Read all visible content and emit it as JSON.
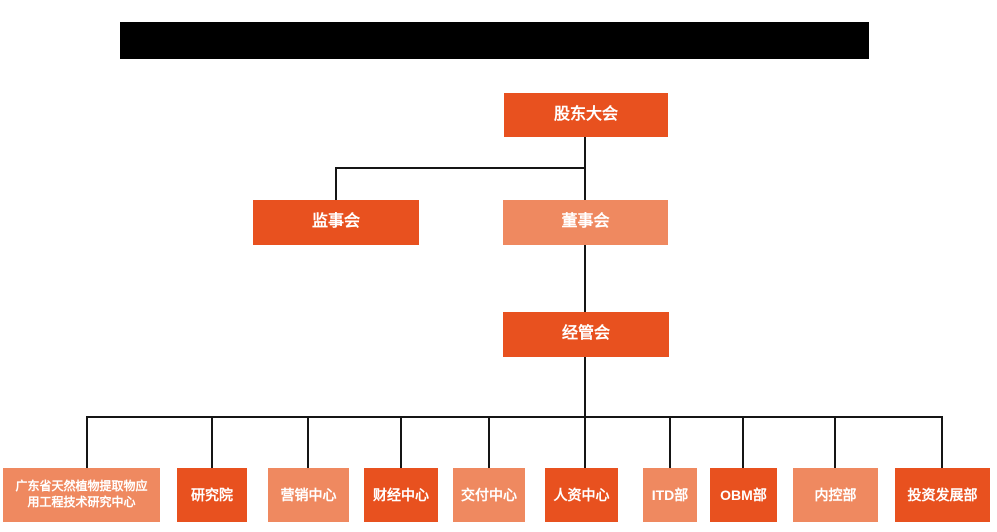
{
  "colors": {
    "primary_orange": "#E8511F",
    "light_orange": "#EF8960",
    "connector_black": "#151515",
    "redacted_bar": "#000000",
    "page_bg": "#FFFFFF"
  },
  "org_chart": {
    "root": {
      "label": "股东大会",
      "variant": "primary"
    },
    "level_2": [
      {
        "label": "监事会",
        "variant": "primary"
      },
      {
        "label": "董事会",
        "variant": "light"
      }
    ],
    "level_3": [
      {
        "label": "经管会",
        "variant": "primary"
      }
    ],
    "departments": [
      {
        "label": "广东省天然植物提取物应用工程技术研究中心",
        "variant": "light"
      },
      {
        "label": "研究院",
        "variant": "primary"
      },
      {
        "label": "营销中心",
        "variant": "light"
      },
      {
        "label": "财经中心",
        "variant": "primary"
      },
      {
        "label": "交付中心",
        "variant": "light"
      },
      {
        "label": "人资中心",
        "variant": "primary"
      },
      {
        "label": "ITD部",
        "variant": "light"
      },
      {
        "label": "OBM部",
        "variant": "primary"
      },
      {
        "label": "内控部",
        "variant": "light"
      },
      {
        "label": "投资发展部",
        "variant": "primary"
      }
    ]
  }
}
